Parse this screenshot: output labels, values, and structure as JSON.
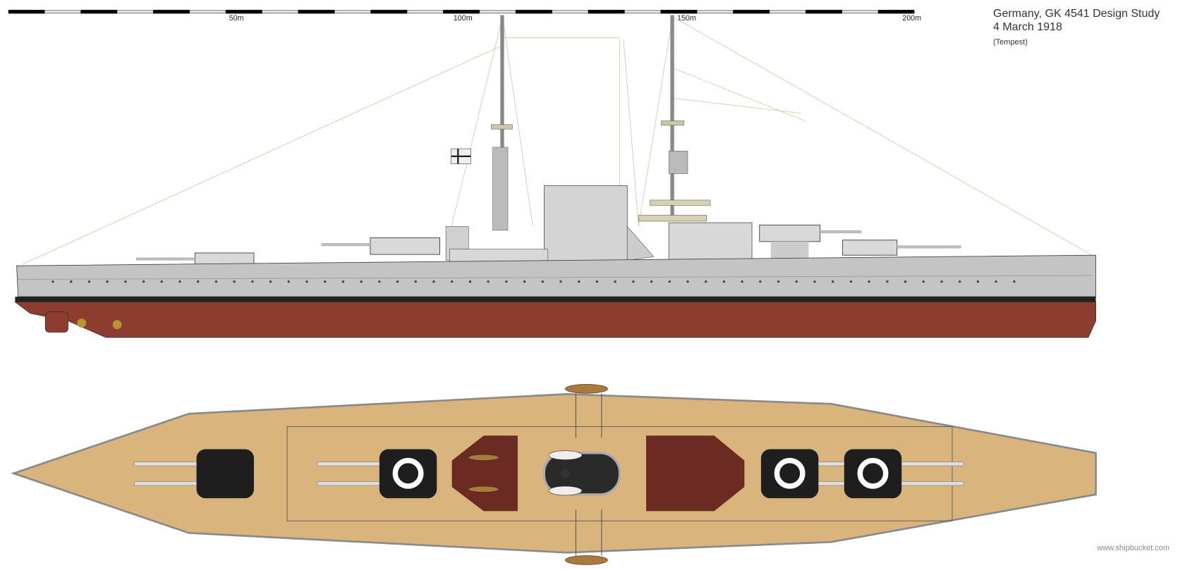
{
  "title": {
    "line1": "Germany, GK 4541 Design Study",
    "line2": "4 March 1918",
    "author": "(Tempest)"
  },
  "scale_bar": {
    "unit": "m",
    "labels": [
      "50m",
      "100m",
      "150m",
      "200m"
    ],
    "max_m": 200
  },
  "watermark": "www.shipbucket.com",
  "colors": {
    "hull_gray": "#c4c4c4",
    "boot_top": "#222222",
    "antifouling_red": "#8e3b30",
    "deck_wood": "#d9b47c",
    "superstructure_brown": "#6b2a22",
    "turret_black": "#1e1e1e"
  }
}
